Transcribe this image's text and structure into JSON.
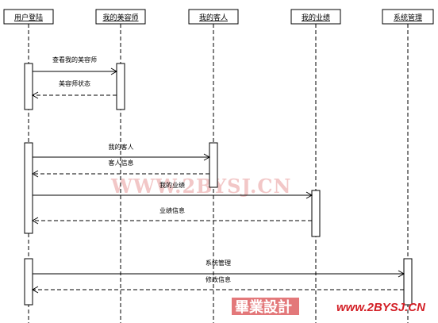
{
  "participants": [
    {
      "id": "user",
      "label": "用户登陆"
    },
    {
      "id": "beautician",
      "label": "我的美容师"
    },
    {
      "id": "customer",
      "label": "我的客人"
    },
    {
      "id": "performance",
      "label": "我的业绩"
    },
    {
      "id": "system",
      "label": "系统管理"
    }
  ],
  "messages": [
    {
      "from": "user",
      "to": "beautician",
      "label": "查看我的美容师",
      "kind": "call"
    },
    {
      "from": "beautician",
      "to": "user",
      "label": "美容师状态",
      "kind": "return"
    },
    {
      "from": "user",
      "to": "customer",
      "label": "我的客人",
      "kind": "call"
    },
    {
      "from": "customer",
      "to": "user",
      "label": "客人信息",
      "kind": "return"
    },
    {
      "from": "user",
      "to": "performance",
      "label": "我的业绩",
      "kind": "call"
    },
    {
      "from": "performance",
      "to": "user",
      "label": "业绩信息",
      "kind": "return"
    },
    {
      "from": "user",
      "to": "system",
      "label": "系统管理",
      "kind": "call"
    },
    {
      "from": "system",
      "to": "user",
      "label": "修改信息",
      "kind": "return"
    }
  ],
  "watermark": {
    "text": "WWW.2BYSJ.CN"
  },
  "brand": {
    "cjk": "畢業設計",
    "url": "www.2BYSJ.CN",
    "color": "#d31f26",
    "badge_color": "#e3787a"
  }
}
